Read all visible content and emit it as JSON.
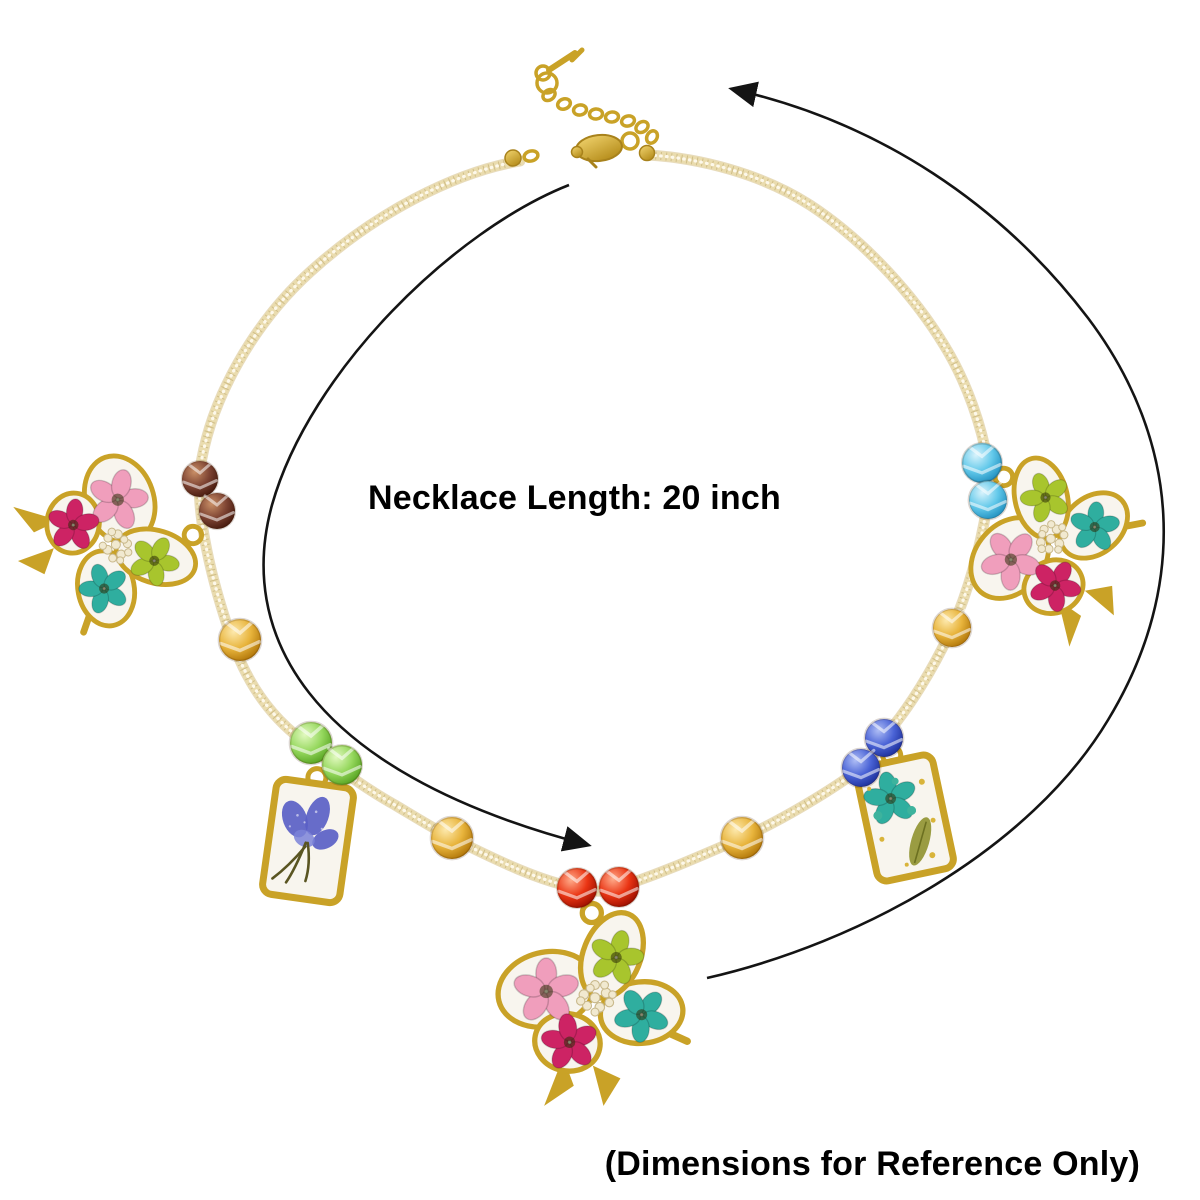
{
  "annotations": {
    "length_label": "Necklace Length: 20 inch",
    "disclaimer": "(Dimensions for Reference Only)",
    "arrows": [
      "curved-arrow-outer",
      "curved-arrow-inner"
    ]
  },
  "product": {
    "kind": "necklace-product-photo",
    "charms": [
      "butterfly-pressed-flower-charm-left",
      "rectangle-pressed-flower-charm-left",
      "butterfly-pressed-flower-charm-bottom",
      "rectangle-pressed-flower-charm-right",
      "butterfly-pressed-flower-charm-right"
    ],
    "hardware": [
      "lobster-clasp",
      "extender-chain",
      "gold-seed-bead-chain"
    ],
    "accent_beads": [
      "brown",
      "amber",
      "green",
      "red",
      "royal-blue",
      "aqua"
    ]
  },
  "colors": {
    "bg": "#ffffff",
    "text": "#000000",
    "arrow": "#141414",
    "gold": "#c9a227",
    "gold-deep": "#a8821c",
    "gold-lite": "#edd27a",
    "chain": "#eadcae",
    "chain-shadow": "#d3bd85",
    "chain-hi": "#fdf8ea",
    "resin": "#f8f5ee",
    "flower-pink": "#f09ebc",
    "flower-magenta": "#cd2364",
    "flower-green": "#a8c52d",
    "flower-teal": "#2fae9f",
    "flower-blue": "#5a5fc6",
    "leaf-olive": "#8f922f",
    "bead-amber": "#dd9f24",
    "bead-green": "#8fd455",
    "bead-aqua": "#58c4e9",
    "bead-blue": "#3c5bd0",
    "bead-red": "#e72d12",
    "bead-brown": "#7a4030"
  }
}
